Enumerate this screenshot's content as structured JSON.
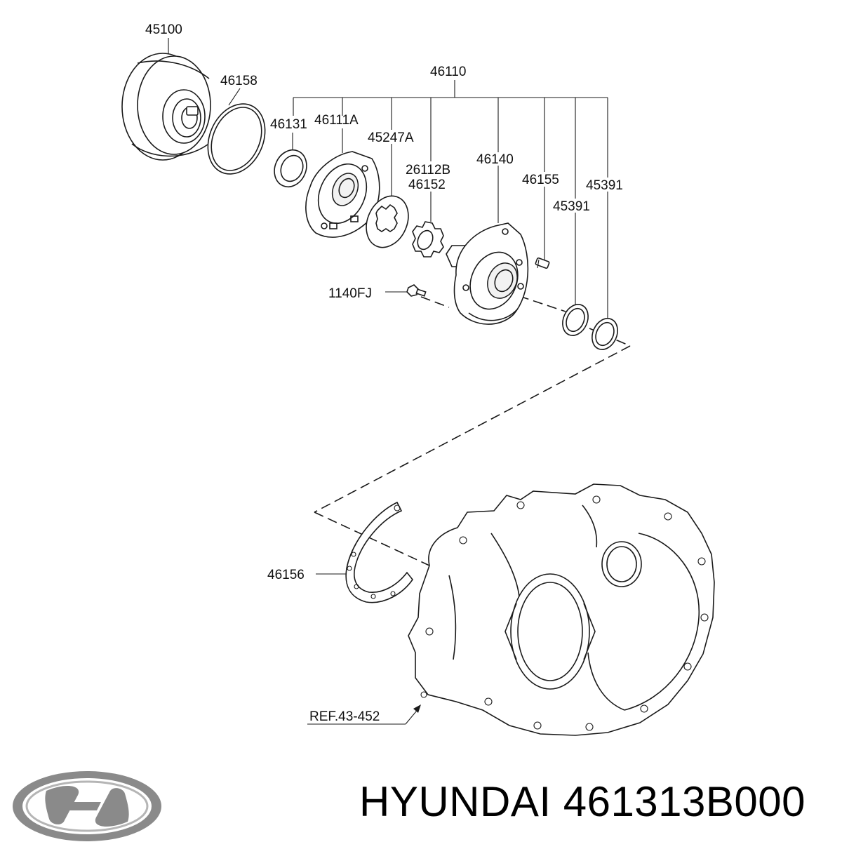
{
  "diagram": {
    "part_labels": {
      "torque_converter": "45100",
      "o_ring": "46158",
      "pump_assembly": "46110",
      "oil_seal": "46131",
      "pump_cover": "46111A",
      "outer_gear": "45247A",
      "inner_gear_a": "26112B",
      "inner_gear_b": "46152",
      "pump_housing": "46140",
      "plug": "46155",
      "seal_ring_outer": "45391",
      "seal_ring_inner": "45391",
      "bolt": "1140FJ",
      "gasket": "46156",
      "case_reference": "REF.43-452"
    }
  },
  "footer": {
    "brand_text": "HYUNDAI 461313B000"
  },
  "colors": {
    "line": "#1a1a1a",
    "background": "#ffffff",
    "logo": "#8a8a8a"
  }
}
